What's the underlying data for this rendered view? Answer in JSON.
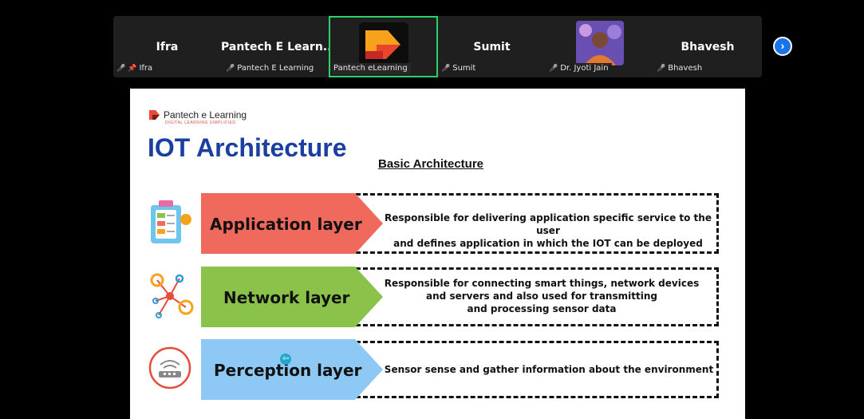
{
  "participants": [
    {
      "name": "Ifra",
      "tag": "Ifra",
      "muted": true,
      "pinned": true
    },
    {
      "name": "Pantech  E  Learn...",
      "tag": "Pantech E Learning",
      "muted": true
    },
    {
      "name": "",
      "tag": "Pantech eLearning",
      "muted": false,
      "active": true
    },
    {
      "name": "Sumit",
      "tag": "Sumit",
      "muted": true
    },
    {
      "name": "",
      "tag": "Dr. Jyoti Jain",
      "muted": true
    },
    {
      "name": "Bhavesh",
      "tag": "Bhavesh",
      "muted": true
    }
  ],
  "slide": {
    "brand": "Pantech e Learning",
    "brand_tagline": "DIGITAL LEARNING SIMPLIFIED",
    "title": "IOT Architecture",
    "subtitle": "Basic Architecture",
    "layers": [
      {
        "label": "Application layer",
        "color": "#ef6a5d",
        "icon": "clipboard-icon",
        "desc": [
          "Responsible for delivering application specific service to the user",
          "and defines application in which the IOT can be deployed"
        ]
      },
      {
        "label": "Network layer",
        "color": "#8bc34a",
        "icon": "network-icon",
        "desc": [
          "Responsible for connecting smart things, network devices",
          "and servers and also used for transmitting",
          "and processing sensor data"
        ]
      },
      {
        "label": "Perception layer",
        "color": "#8ec8f4",
        "icon": "sensor-icon",
        "desc": [
          "Sensor sense and gather information about the environment"
        ]
      }
    ]
  }
}
